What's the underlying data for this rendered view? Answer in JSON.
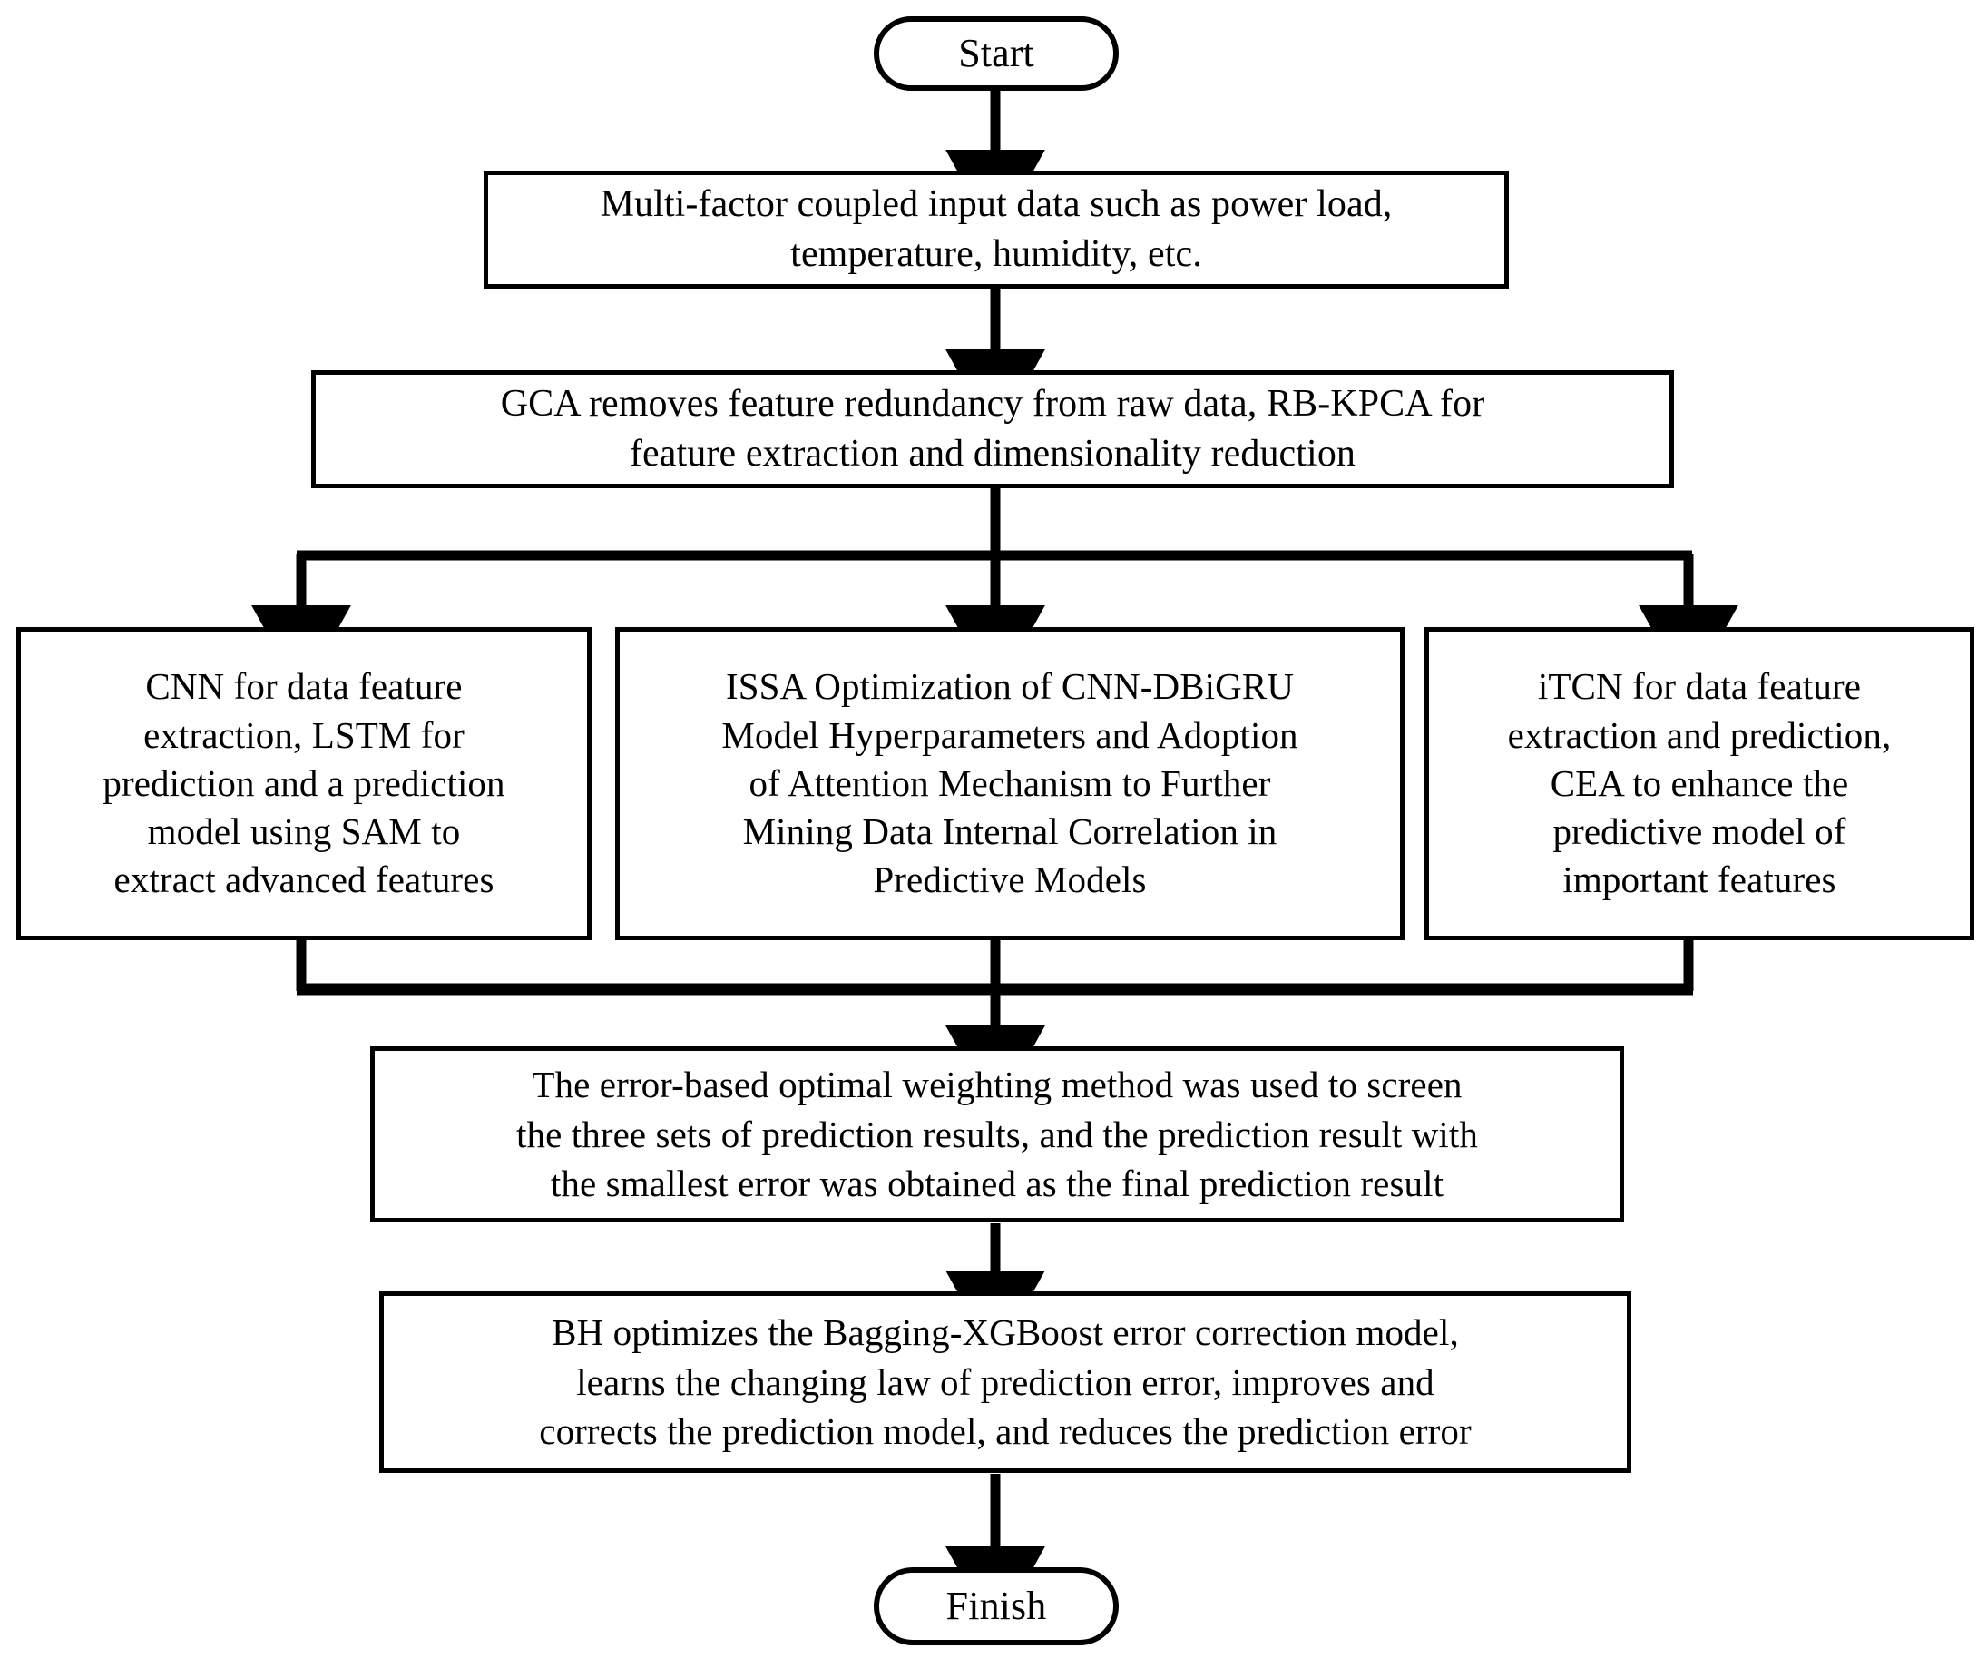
{
  "diagram": {
    "title": "Prediction model workflow flowchart",
    "type": "flowchart",
    "orientation": "top-to-bottom",
    "stroke_color": "#000000",
    "fill_color": "#ffffff",
    "nodes": {
      "start": {
        "label": "Start",
        "shape": "stadium"
      },
      "input": {
        "label": "Multi-factor coupled input data such as power load,\ntemperature, humidity, etc.",
        "shape": "rectangle"
      },
      "gca": {
        "label": "GCA removes feature redundancy from raw data, RB-KPCA for\nfeature extraction and dimensionality reduction",
        "shape": "rectangle"
      },
      "branch_cnn": {
        "label": "CNN for data feature\nextraction, LSTM for\nprediction and a prediction\nmodel using SAM to\nextract advanced features",
        "shape": "rectangle"
      },
      "branch_issa": {
        "label": "ISSA Optimization of CNN-DBiGRU\nModel Hyperparameters and Adoption\nof Attention Mechanism to Further\nMining Data Internal Correlation in\nPredictive Models",
        "shape": "rectangle"
      },
      "branch_itcn": {
        "label": "iTCN for data feature\nextraction and prediction,\nCEA to enhance the\npredictive model of\nimportant features",
        "shape": "rectangle"
      },
      "weighting": {
        "label": "The error-based optimal weighting method was used to screen\nthe three sets of prediction results, and the prediction result with\nthe smallest error was obtained as the final prediction result",
        "shape": "rectangle"
      },
      "bh": {
        "label": "BH optimizes the Bagging-XGBoost error correction model,\nlearns the changing law of prediction error, improves and\ncorrects the prediction model, and reduces the prediction error",
        "shape": "rectangle"
      },
      "finish": {
        "label": "Finish",
        "shape": "stadium"
      }
    },
    "edges": [
      {
        "from": "start",
        "to": "input",
        "style": "arrow-down"
      },
      {
        "from": "input",
        "to": "gca",
        "style": "arrow-down"
      },
      {
        "from": "gca",
        "to": "branch_cnn",
        "style": "fork-arrow-down"
      },
      {
        "from": "gca",
        "to": "branch_issa",
        "style": "fork-arrow-down"
      },
      {
        "from": "gca",
        "to": "branch_itcn",
        "style": "fork-arrow-down"
      },
      {
        "from": "branch_cnn",
        "to": "weighting",
        "style": "merge-arrow-down"
      },
      {
        "from": "branch_issa",
        "to": "weighting",
        "style": "merge-arrow-down"
      },
      {
        "from": "branch_itcn",
        "to": "weighting",
        "style": "merge-arrow-down"
      },
      {
        "from": "weighting",
        "to": "bh",
        "style": "arrow-down"
      },
      {
        "from": "bh",
        "to": "finish",
        "style": "arrow-down"
      }
    ]
  }
}
